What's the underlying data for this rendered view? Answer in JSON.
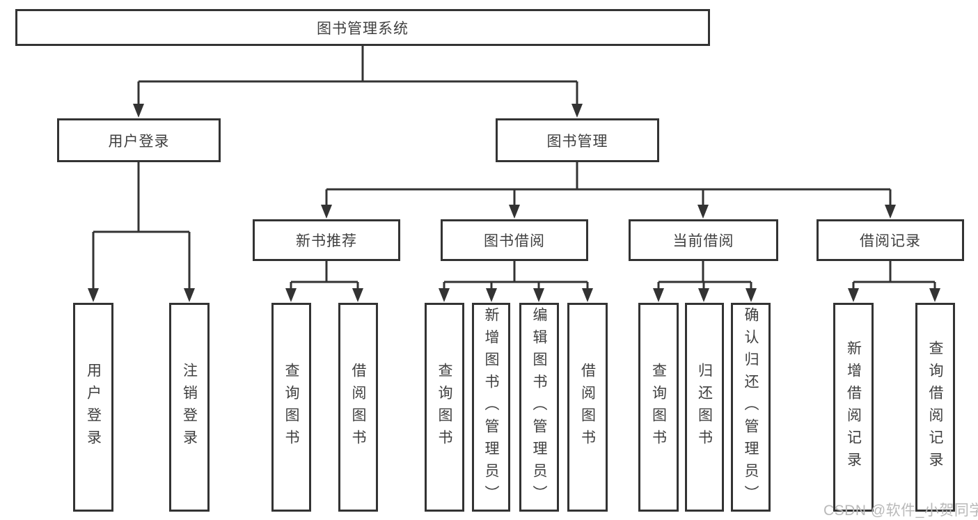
{
  "diagram": {
    "title": "图书管理系统",
    "root": {
      "label": "图书管理系统"
    },
    "level1": [
      {
        "id": "user-login",
        "label": "用户登录"
      },
      {
        "id": "book-management",
        "label": "图书管理"
      }
    ],
    "level2": [
      {
        "id": "new-book-recommend",
        "label": "新书推荐",
        "parent": "图书管理"
      },
      {
        "id": "book-borrowing",
        "label": "图书借阅",
        "parent": "图书管理"
      },
      {
        "id": "current-borrowing",
        "label": "当前借阅",
        "parent": "图书管理"
      },
      {
        "id": "borrowing-records",
        "label": "借阅记录",
        "parent": "图书管理"
      }
    ],
    "leaves": [
      {
        "id": "leaf-user-login",
        "label": "用户登录",
        "parent": "用户登录"
      },
      {
        "id": "leaf-logout",
        "label": "注销登录",
        "parent": "用户登录"
      },
      {
        "id": "leaf-query-books-recommend",
        "label": "查询图书",
        "parent": "新书推荐"
      },
      {
        "id": "leaf-borrow-books-recommend",
        "label": "借阅图书",
        "parent": "新书推荐"
      },
      {
        "id": "leaf-query-books-borrowing",
        "label": "查询图书",
        "parent": "图书借阅"
      },
      {
        "id": "leaf-add-books-admin",
        "label": "新增图书（管理员）",
        "parent": "图书借阅"
      },
      {
        "id": "leaf-edit-books-admin",
        "label": "编辑图书（管理员）",
        "parent": "图书借阅"
      },
      {
        "id": "leaf-borrow-books-borrowing",
        "label": "借阅图书",
        "parent": "图书借阅"
      },
      {
        "id": "leaf-query-books-current",
        "label": "查询图书",
        "parent": "当前借阅"
      },
      {
        "id": "leaf-return-books",
        "label": "归还图书",
        "parent": "当前借阅"
      },
      {
        "id": "leaf-confirm-return-admin",
        "label": "确认归还（管理员）",
        "parent": "当前借阅"
      },
      {
        "id": "leaf-add-borrow-record",
        "label": "新增借阅记录",
        "parent": "借阅记录"
      },
      {
        "id": "leaf-query-borrow-record",
        "label": "查询借阅记录",
        "parent": "借阅记录"
      }
    ],
    "colors": {
      "line": "#333333",
      "text": "#3f3f3f",
      "background": "#ffffff",
      "watermark": "#b9b9b9"
    },
    "watermark": "CSDN @软件_小贺同学"
  }
}
